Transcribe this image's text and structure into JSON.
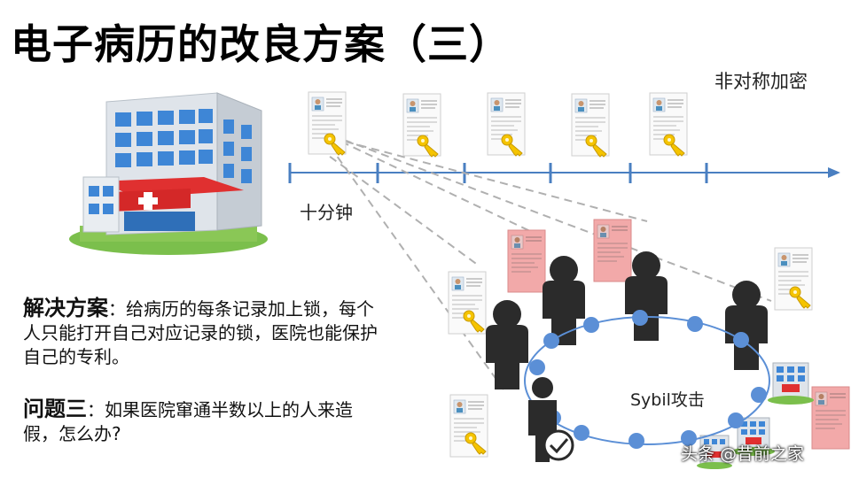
{
  "title": "电子病历的改良方案（三）",
  "asymmetric_label": "非对称加密",
  "timeline_label": "十分钟",
  "solution": {
    "keyword": "解决方案",
    "text": "：给病历的每条记录加上锁，每个人只能打开自己对应记录的锁，医院也能保护自己的专利。"
  },
  "question3": {
    "keyword": "问题三",
    "text": "：如果医院窜通半数以上的人来造假，怎么办?"
  },
  "sybil_label": "Sybil攻击",
  "watermark": "头条 @昔前之家",
  "colors": {
    "timeline": "#4a7fc1",
    "node": "#5b8fd6",
    "fake_record": "#f2a9a9",
    "person": "#2b2b2b",
    "key": "#f5c400"
  },
  "icons": [
    "hospital-icon",
    "medical-record-icon",
    "key-icon",
    "person-icon",
    "checkmark-icon"
  ]
}
